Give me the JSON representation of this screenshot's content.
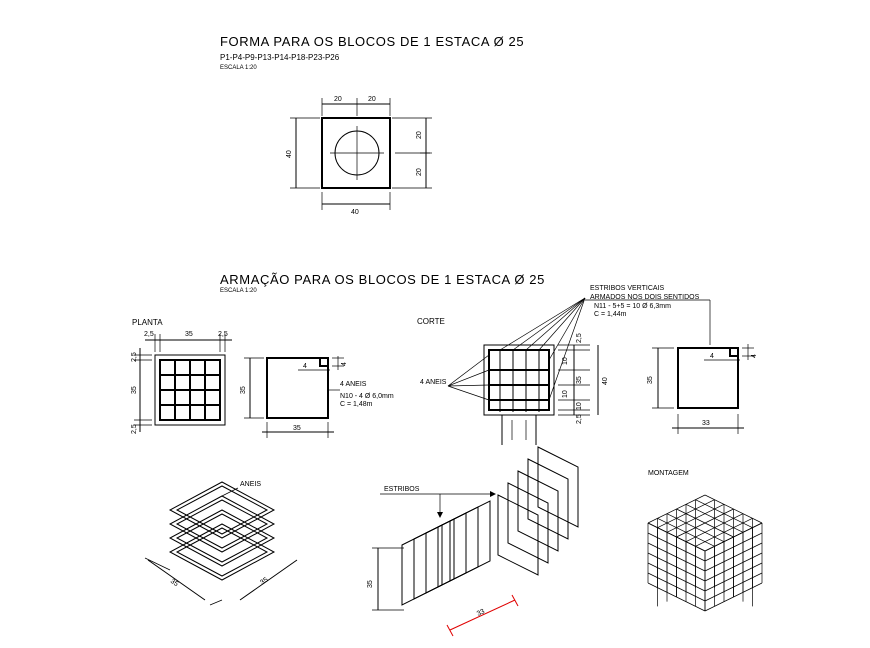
{
  "forma": {
    "title": "FORMA PARA OS BLOCOS DE 1 ESTACA Ø 25",
    "subtitle": "P1-P4-P9-P13-P14-P18-P23-P26",
    "scale": "ESCALA 1:20",
    "dims": {
      "top_left": "20",
      "top_right": "20",
      "left": "40",
      "right_top": "20",
      "right_bottom": "20",
      "bottom": "40"
    }
  },
  "armacao": {
    "title": "ARMAÇÃO PARA OS BLOCOS DE 1 ESTACA Ø 25",
    "scale": "ESCALA 1:20",
    "planta": {
      "label": "PLANTA",
      "dims": {
        "top_a": "2,5",
        "top_b": "35",
        "top_c": "2,5",
        "left_a": "2,5",
        "left_b": "35",
        "left_c": "2,5"
      }
    },
    "anel": {
      "dims": {
        "hook": "4",
        "hook_side": "4",
        "side": "35",
        "bottom": "35"
      },
      "note1": "4 ANEIS",
      "note2": "N10 - 4 Ø 6,0mm",
      "note3": "C = 1,48m"
    },
    "corte": {
      "label": "CORTE",
      "left_note": "4 ANEIS",
      "dims": {
        "d1": "2,5",
        "d2": "10",
        "d3": "35",
        "d4": "10",
        "d5": "10",
        "d6": "2,5",
        "total": "40"
      }
    },
    "estribos_note": {
      "line1": "ESTRIBOS VERTICAIS",
      "line2": "ARMADOS NOS DOIS SENTIDOS",
      "line3": "N11 - 5+5 = 10 Ø 6,3mm",
      "line4": "C = 1,44m"
    },
    "estribo": {
      "dims": {
        "hook": "4",
        "hook_side": "4",
        "side": "35",
        "bottom": "33"
      }
    },
    "aneis_iso": {
      "label": "ANEIS",
      "dims": {
        "left": "35",
        "right": "35"
      }
    },
    "estribos_iso": {
      "label": "ESTRIBOS",
      "dims": {
        "height": "35",
        "bottom": "33"
      }
    },
    "montagem": {
      "label": "MONTAGEM"
    }
  },
  "colors": {
    "line": "#000000",
    "highlight": "#e00000",
    "background": "#ffffff"
  }
}
